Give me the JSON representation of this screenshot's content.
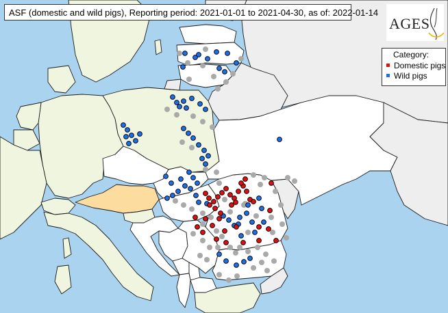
{
  "title": "ASF (domestic and wild pigs), Reporting period: 2021-01-01 to 2021-04-30, as of: 2022-01-14",
  "logo": {
    "text": "AGES"
  },
  "legend": {
    "title": "Category:",
    "items": [
      {
        "label": "Domestic pigs",
        "color": "#dd1111"
      },
      {
        "label": "Wild pigs",
        "color": "#1e6fe0"
      }
    ]
  },
  "colors": {
    "sea": "#a9d3ee",
    "country_default": "#f0f5e0",
    "country_affected": "#ffffff",
    "reporting_country": "#fddca0",
    "non_eu": "#eeeeee",
    "prior_outbreak": "#a9a9a9",
    "border": "#1a1a1a"
  },
  "points": {
    "domestic": [
      [
        300,
        283
      ],
      [
        305,
        290
      ],
      [
        312,
        295
      ],
      [
        318,
        288
      ],
      [
        324,
        282
      ],
      [
        330,
        276
      ],
      [
        336,
        285
      ],
      [
        342,
        290
      ],
      [
        348,
        280
      ],
      [
        355,
        272
      ],
      [
        360,
        280
      ],
      [
        365,
        292
      ],
      [
        358,
        262
      ],
      [
        352,
        268
      ],
      [
        314,
        305
      ],
      [
        322,
        312
      ],
      [
        300,
        320
      ],
      [
        288,
        332
      ],
      [
        296,
        340
      ],
      [
        310,
        330
      ],
      [
        316,
        350
      ],
      [
        328,
        338
      ],
      [
        345,
        332
      ],
      [
        330,
        355
      ],
      [
        355,
        355
      ],
      [
        378,
        332
      ],
      [
        392,
        335
      ],
      [
        403,
        352
      ],
      [
        396,
        268
      ],
      [
        394,
        308
      ],
      [
        370,
        295
      ],
      [
        338,
        300
      ],
      [
        344,
        296
      ],
      [
        306,
        300
      ],
      [
        320,
        320
      ],
      [
        285,
        318
      ],
      [
        378,
        352
      ]
    ],
    "wild": [
      [
        270,
        78
      ],
      [
        285,
        84
      ],
      [
        290,
        80
      ],
      [
        303,
        86
      ],
      [
        316,
        76
      ],
      [
        332,
        78
      ],
      [
        345,
        92
      ],
      [
        320,
        100
      ],
      [
        328,
        105
      ],
      [
        267,
        98
      ],
      [
        252,
        142
      ],
      [
        258,
        150
      ],
      [
        262,
        156
      ],
      [
        268,
        148
      ],
      [
        272,
        158
      ],
      [
        280,
        144
      ],
      [
        292,
        152
      ],
      [
        300,
        160
      ],
      [
        180,
        183
      ],
      [
        186,
        190
      ],
      [
        192,
        198
      ],
      [
        198,
        206
      ],
      [
        184,
        200
      ],
      [
        204,
        196
      ],
      [
        188,
        210
      ],
      [
        268,
        188
      ],
      [
        275,
        195
      ],
      [
        282,
        202
      ],
      [
        290,
        212
      ],
      [
        298,
        220
      ],
      [
        304,
        228
      ],
      [
        295,
        232
      ],
      [
        300,
        240
      ],
      [
        276,
        252
      ],
      [
        282,
        260
      ],
      [
        288,
        268
      ],
      [
        270,
        272
      ],
      [
        260,
        280
      ],
      [
        252,
        286
      ],
      [
        244,
        290
      ],
      [
        242,
        258
      ],
      [
        250,
        268
      ],
      [
        264,
        262
      ],
      [
        278,
        276
      ],
      [
        286,
        286
      ],
      [
        290,
        296
      ],
      [
        302,
        298
      ],
      [
        326,
        316
      ],
      [
        334,
        322
      ],
      [
        342,
        330
      ],
      [
        350,
        318
      ],
      [
        360,
        312
      ],
      [
        368,
        325
      ],
      [
        372,
        340
      ],
      [
        385,
        325
      ],
      [
        382,
        305
      ],
      [
        378,
        290
      ],
      [
        362,
        300
      ],
      [
        320,
        372
      ],
      [
        330,
        382
      ],
      [
        345,
        388
      ],
      [
        356,
        383
      ],
      [
        365,
        378
      ],
      [
        408,
        204
      ],
      [
        348,
        328
      ],
      [
        352,
        345
      ]
    ],
    "history": [
      [
        262,
        78
      ],
      [
        274,
        92
      ],
      [
        296,
        96
      ],
      [
        312,
        112
      ],
      [
        340,
        108
      ],
      [
        352,
        86
      ],
      [
        300,
        72
      ],
      [
        276,
        116
      ],
      [
        330,
        120
      ],
      [
        318,
        130
      ],
      [
        244,
        160
      ],
      [
        258,
        168
      ],
      [
        282,
        170
      ],
      [
        296,
        178
      ],
      [
        310,
        186
      ],
      [
        266,
        208
      ],
      [
        280,
        216
      ],
      [
        300,
        248
      ],
      [
        316,
        252
      ],
      [
        320,
        268
      ],
      [
        256,
        294
      ],
      [
        268,
        300
      ],
      [
        280,
        306
      ],
      [
        296,
        312
      ],
      [
        308,
        318
      ],
      [
        296,
        328
      ],
      [
        282,
        342
      ],
      [
        296,
        352
      ],
      [
        306,
        362
      ],
      [
        318,
        362
      ],
      [
        336,
        362
      ],
      [
        344,
        370
      ],
      [
        362,
        368
      ],
      [
        376,
        362
      ],
      [
        388,
        372
      ],
      [
        382,
        384
      ],
      [
        370,
        392
      ],
      [
        390,
        396
      ],
      [
        400,
        382
      ],
      [
        396,
        318
      ],
      [
        410,
        300
      ],
      [
        380,
        270
      ],
      [
        370,
        256
      ],
      [
        386,
        260
      ],
      [
        402,
        280
      ],
      [
        420,
        260
      ],
      [
        430,
        265
      ],
      [
        374,
        316
      ],
      [
        356,
        300
      ],
      [
        336,
        310
      ],
      [
        328,
        292
      ],
      [
        362,
        340
      ],
      [
        350,
        362
      ],
      [
        316,
        338
      ],
      [
        324,
        346
      ],
      [
        412,
        328
      ],
      [
        292,
        374
      ],
      [
        302,
        380
      ],
      [
        418,
        348
      ],
      [
        320,
        402
      ],
      [
        334,
        410
      ],
      [
        346,
        404
      ],
      [
        358,
        298
      ],
      [
        398,
        340
      ]
    ]
  }
}
